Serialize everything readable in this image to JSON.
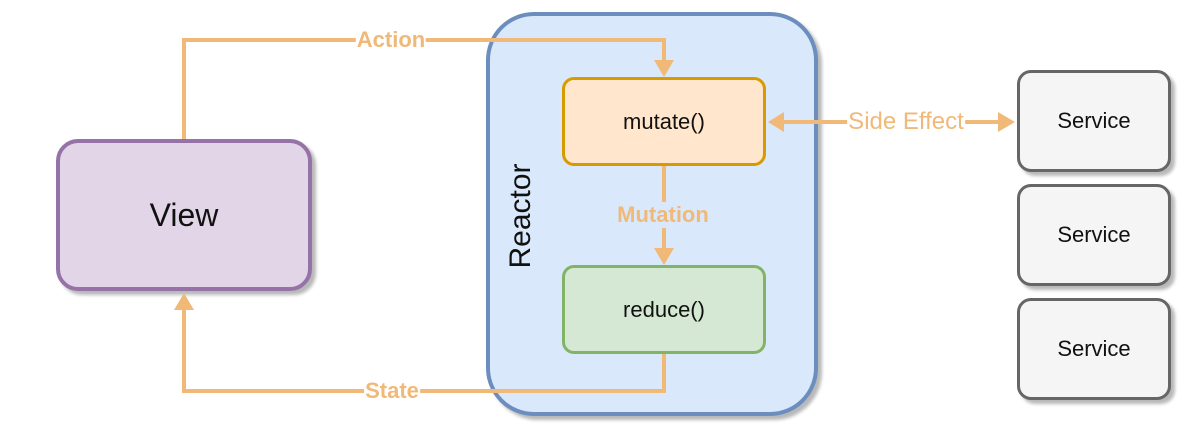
{
  "diagram": {
    "nodes": {
      "view": "View",
      "reactor": "Reactor",
      "mutate": "mutate()",
      "reduce": "reduce()",
      "services": [
        "Service",
        "Service",
        "Service"
      ]
    },
    "edges": {
      "action": "Action",
      "mutation": "Mutation",
      "state": "State",
      "side_effect": "Side Effect"
    },
    "colors": {
      "arrow": "#f0b978",
      "view_fill": "#e1d5e7",
      "view_stroke": "#9673a6",
      "reactor_fill": "#dae8fc",
      "reactor_stroke": "#6c8ebf",
      "mutate_fill": "#ffe6cc",
      "mutate_stroke": "#d79b00",
      "reduce_fill": "#d5e8d4",
      "reduce_stroke": "#82b366",
      "service_fill": "#f5f5f5",
      "service_stroke": "#666666"
    }
  }
}
